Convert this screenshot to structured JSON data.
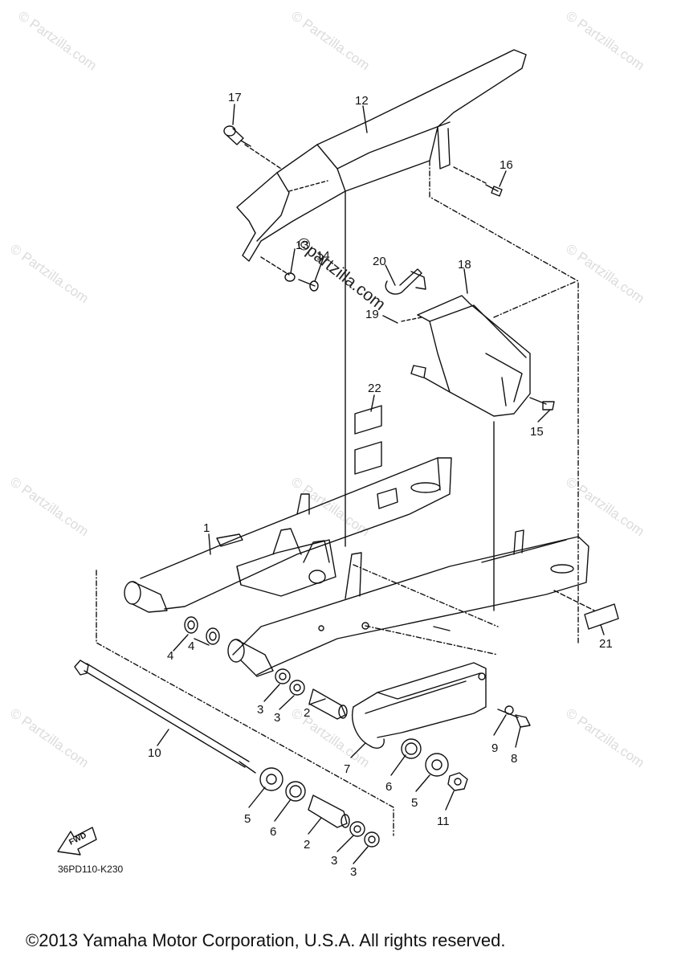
{
  "watermark": "© Partzilla.com",
  "center_watermark": "©partzilla.com",
  "diagram_code": "36PD110-K230",
  "fwd_label": "FWD",
  "copyright": "©2013 Yamaha Motor Corporation, U.S.A. All rights reserved.",
  "callouts": [
    "1",
    "2",
    "2",
    "3",
    "3",
    "3",
    "3",
    "4",
    "4",
    "5",
    "5",
    "6",
    "6",
    "7",
    "8",
    "9",
    "10",
    "11",
    "12",
    "13",
    "14",
    "15",
    "16",
    "17",
    "18",
    "19",
    "20",
    "21",
    "22"
  ]
}
